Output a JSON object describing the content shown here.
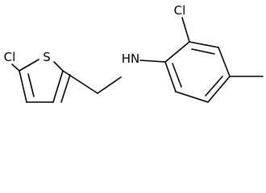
{
  "structure": {
    "atoms": [
      {
        "id": "cl1",
        "symbol": "Cl"
      },
      {
        "id": "s1",
        "symbol": "S"
      },
      {
        "id": "nh",
        "symbol": "HN"
      },
      {
        "id": "cl2",
        "symbol": "Cl"
      }
    ]
  }
}
